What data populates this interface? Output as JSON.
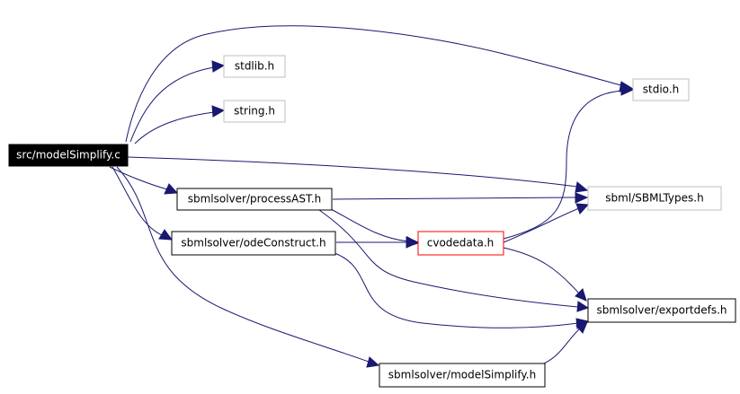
{
  "nodes": {
    "model_simplify_c": {
      "label": "src/modelSimplify.c"
    },
    "stdlib_h": {
      "label": "stdlib.h"
    },
    "string_h": {
      "label": "string.h"
    },
    "stdio_h": {
      "label": "stdio.h"
    },
    "sbml_types_h": {
      "label": "sbml/SBMLTypes.h"
    },
    "process_ast_h": {
      "label": "sbmlsolver/processAST.h"
    },
    "ode_construct_h": {
      "label": "sbmlsolver/odeConstruct.h"
    },
    "cvodedata_h": {
      "label": "cvodedata.h"
    },
    "exportdefs_h": {
      "label": "sbmlsolver/exportdefs.h"
    },
    "model_simplify_h": {
      "label": "sbmlsolver/modelSimplify.h"
    }
  },
  "colors": {
    "edge": "#191970",
    "root_fill": "#000000",
    "root_text": "#ffffff",
    "highlight_border": "#ff0000",
    "external_border": "#bfbfbf",
    "internal_border": "#000000"
  }
}
